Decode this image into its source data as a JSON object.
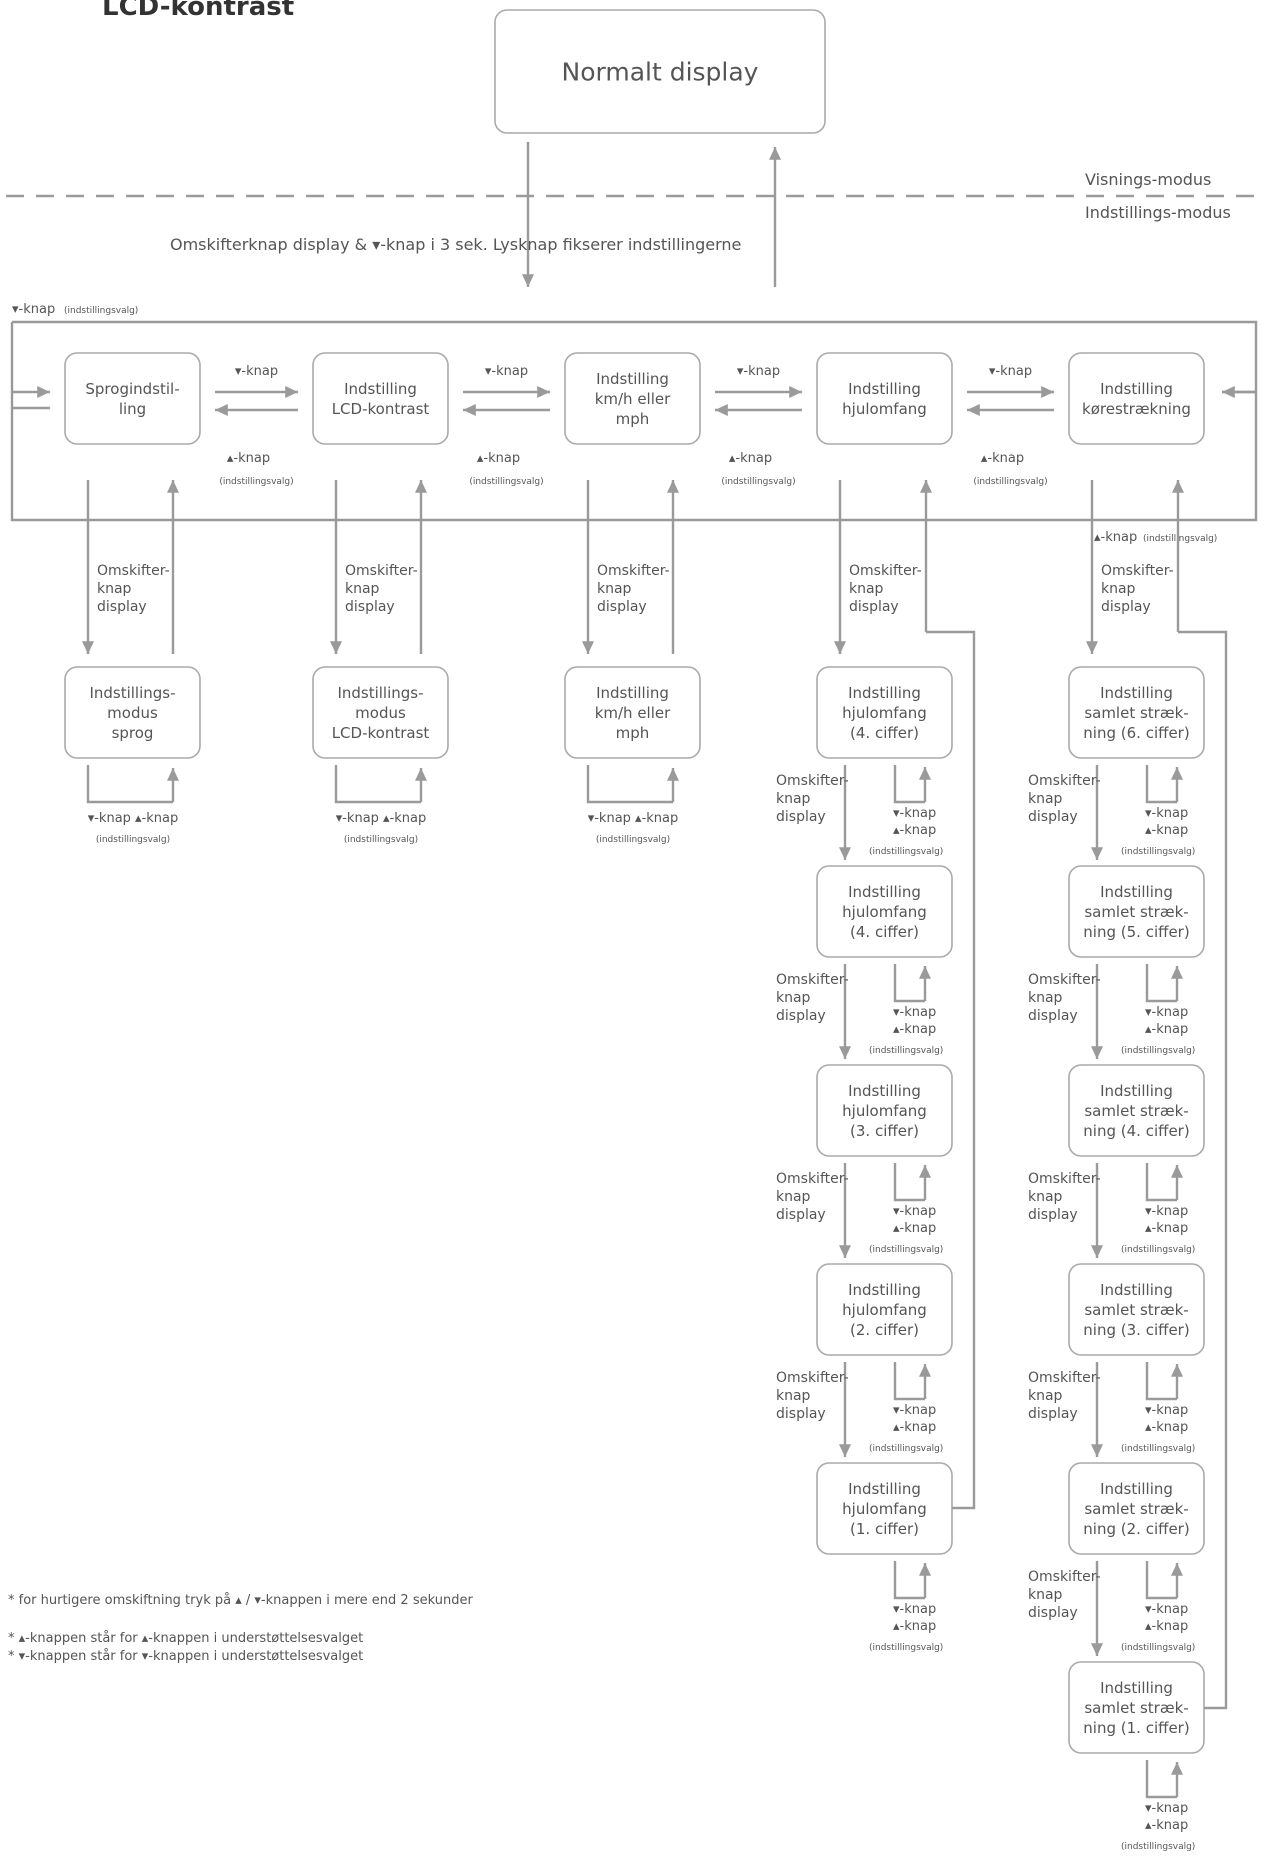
{
  "title": "LCD-kontrast",
  "normal_display": "Normalt display",
  "mode_view": "Visnings-modus",
  "mode_setting": "Indstillings-modus",
  "entry_instruction": "Omskifterknap display & ▾-knap i 3 sek. Lysknap fikserer indstillingerne",
  "down_knap": "▾-knap",
  "up_knap": "▴-knap",
  "selection_hint": "(indstillingsvalg)",
  "switch_btn": [
    "Omskifter-",
    "knap",
    "display"
  ],
  "updown_pair": "▾-knap ▴-knap",
  "top_boxes": [
    [
      "Sprogindstil-",
      "ling"
    ],
    [
      "Indstilling",
      "LCD-kontrast"
    ],
    [
      "Indstilling",
      "km/h eller",
      "mph"
    ],
    [
      "Indstilling",
      "hjulomfang"
    ],
    [
      "Indstilling",
      "kørestrækning"
    ]
  ],
  "mode_boxes": [
    [
      "Indstillings-",
      "modus",
      "sprog"
    ],
    [
      "Indstillings-",
      "modus",
      "LCD-kontrast"
    ],
    [
      "Indstilling",
      "km/h eller",
      "mph"
    ]
  ],
  "wheel_boxes": [
    [
      "Indstilling",
      "hjulomfang",
      "(4. ciffer)"
    ],
    [
      "Indstilling",
      "hjulomfang",
      "(4. ciffer)"
    ],
    [
      "Indstilling",
      "hjulomfang",
      "(3. ciffer)"
    ],
    [
      "Indstilling",
      "hjulomfang",
      "(2. ciffer)"
    ],
    [
      "Indstilling",
      "hjulomfang",
      "(1. ciffer)"
    ]
  ],
  "distance_boxes": [
    [
      "Indstilling",
      "samlet stræk-",
      "ning (6. ciffer)"
    ],
    [
      "Indstilling",
      "samlet stræk-",
      "ning (5. ciffer)"
    ],
    [
      "Indstilling",
      "samlet stræk-",
      "ning (4. ciffer)"
    ],
    [
      "Indstilling",
      "samlet stræk-",
      "ning (3. ciffer)"
    ],
    [
      "Indstilling",
      "samlet stræk-",
      "ning (2. ciffer)"
    ],
    [
      "Indstilling",
      "samlet stræk-",
      "ning (1. ciffer)"
    ]
  ],
  "footnotes": [
    "* for hurtigere omskiftning tryk på ▴ / ▾-knappen i mere end 2 sekunder",
    "* ▴-knappen står for ▴-knappen i understøttelsesvalget",
    "* ▾-knappen står for ▾-knappen i understøttelsesvalget"
  ]
}
